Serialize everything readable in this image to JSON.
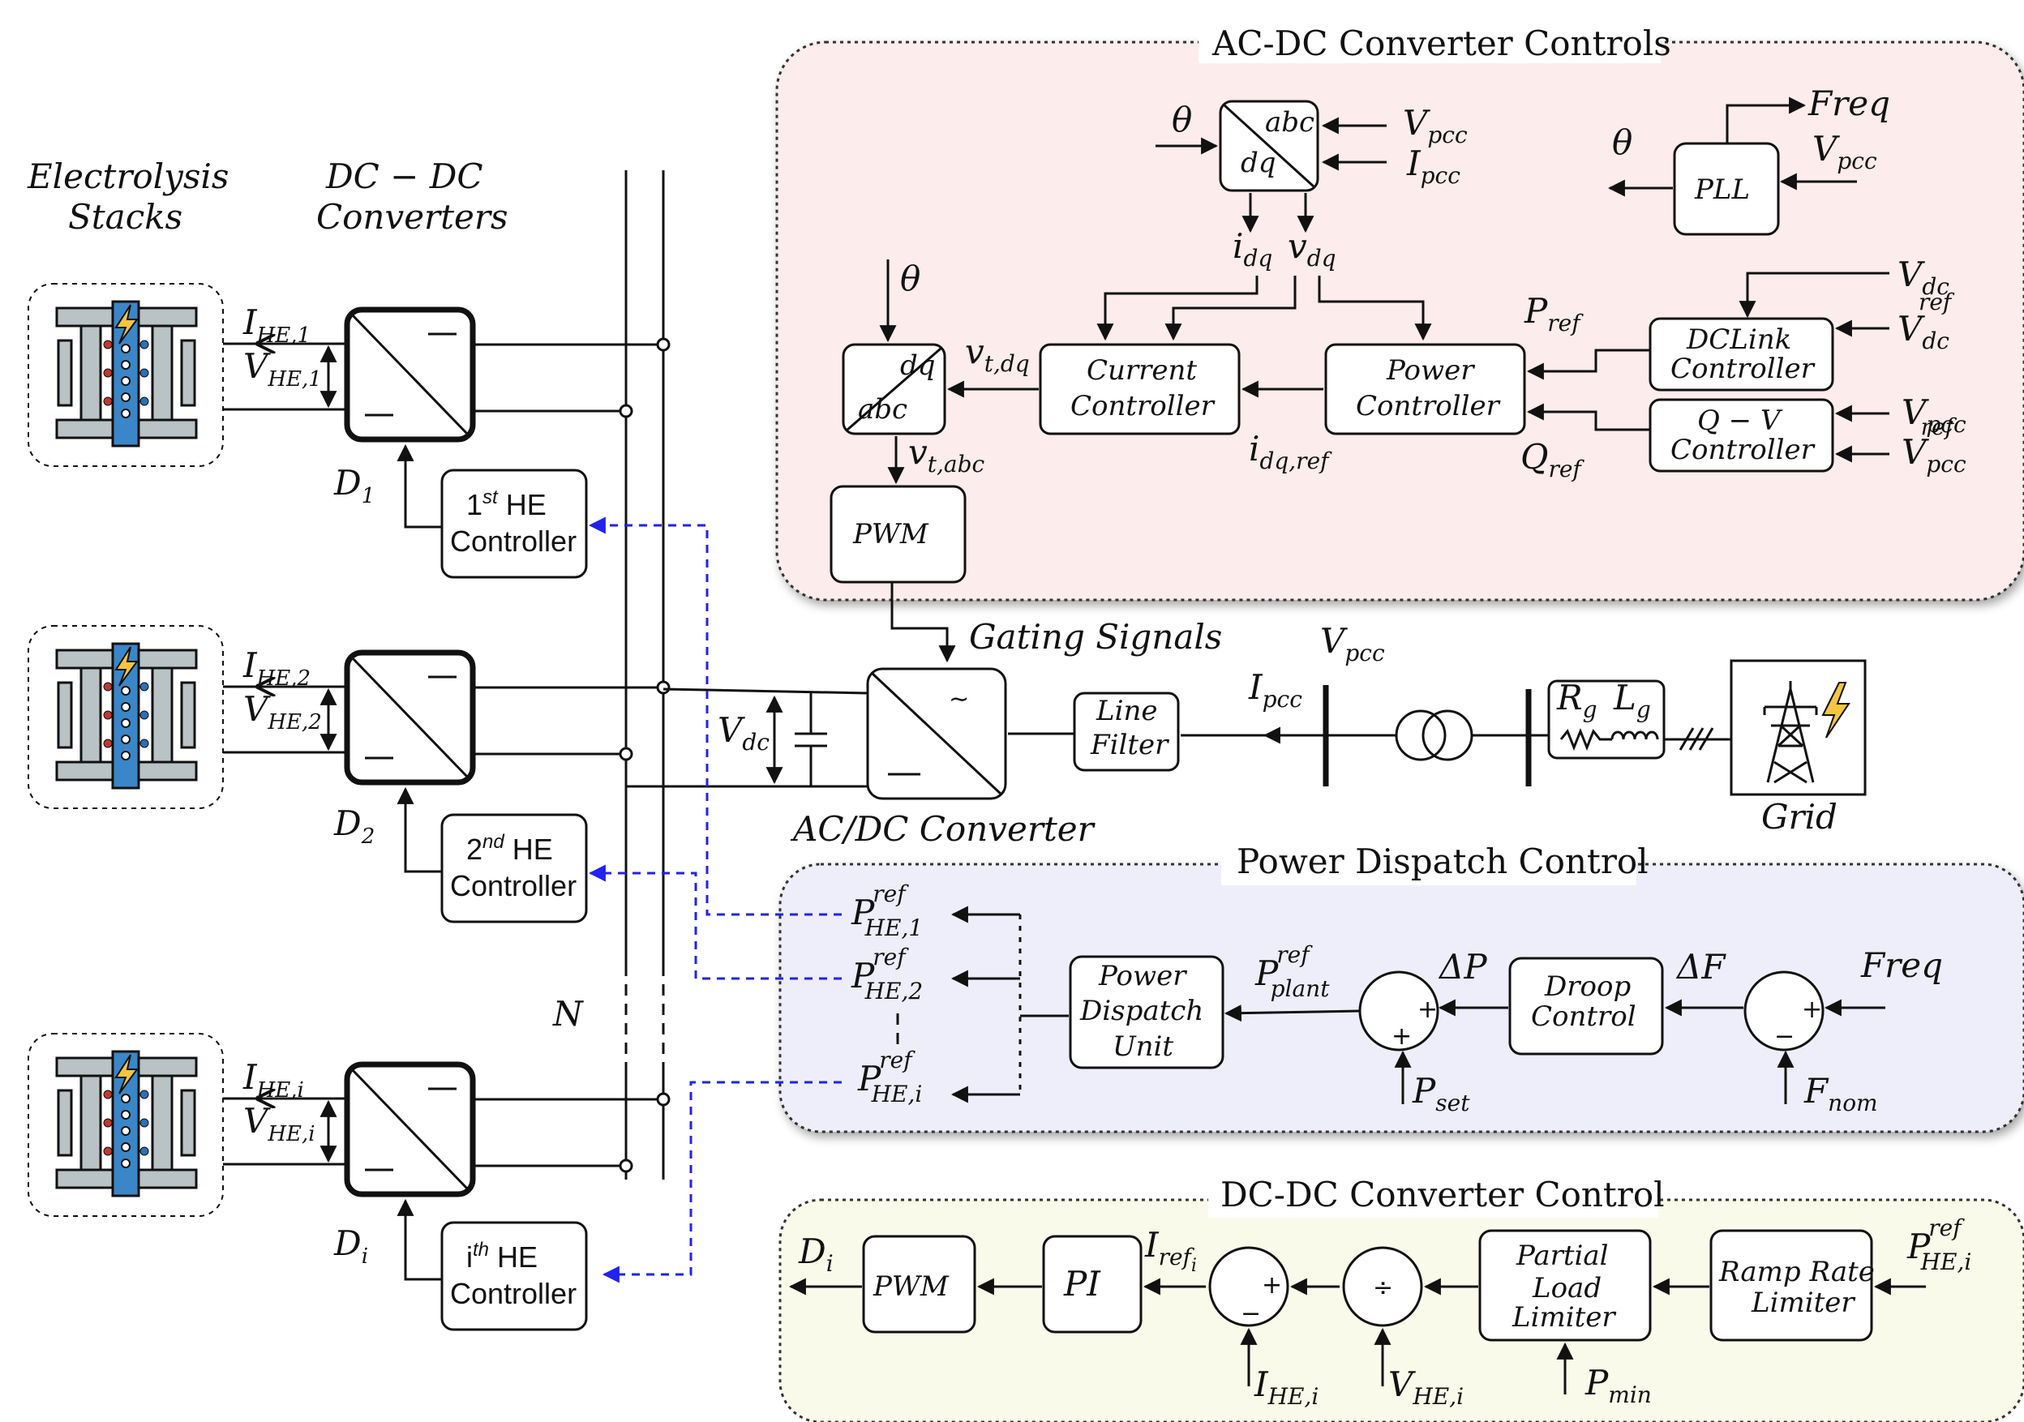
{
  "panels": {
    "acdc_title": "AC-DC Converter Controls",
    "dispatch_title": "Power Dispatch Control",
    "dcdc_title": "DC-DC Converter Control"
  },
  "left": {
    "stacks_title_1": "Electrolysis",
    "stacks_title_2": "Stacks",
    "conv_title_1": "DC − DC",
    "conv_title_2": "Converters",
    "n_label": "N"
  },
  "units": [
    {
      "I": "I",
      "I_sub": "HE,1",
      "V": "V",
      "V_sub": "HE,1",
      "D": "D",
      "D_sub": "1",
      "ctrl_sup_pre": "1",
      "ctrl_sup": "st",
      "ctrl_1": " HE",
      "ctrl_2": "Controller"
    },
    {
      "I": "I",
      "I_sub": "HE,2",
      "V": "V",
      "V_sub": "HE,2",
      "D": "D",
      "D_sub": "2",
      "ctrl_sup_pre": "2",
      "ctrl_sup": "nd",
      "ctrl_1": " HE",
      "ctrl_2": "Controller"
    },
    {
      "I": "I",
      "I_sub": "HE,i",
      "V": "V",
      "V_sub": "HE,i",
      "D": "D",
      "D_sub": "i",
      "ctrl_sup_pre": "i",
      "ctrl_sup": "th",
      "ctrl_1": " HE",
      "ctrl_2": "Controller"
    }
  ],
  "acdc": {
    "theta": "θ",
    "abc": "abc",
    "dq": "dq",
    "vpcc": "V",
    "vpcc_sub": "pcc",
    "ipcc": "I",
    "ipcc_sub": "pcc",
    "idq": "i",
    "idq_sub": "dq",
    "vdq": "v",
    "vdq_sub": "dq",
    "pll": "PLL",
    "freq": "Freq",
    "vdc": "V",
    "vdc_sub": "dc",
    "vdcref_sup": "ref",
    "pref": "P",
    "pref_sub": "ref",
    "qref": "Q",
    "qref_sub": "ref",
    "dclink_1": "DCLink",
    "dclink_2": "Controller",
    "qv_1": "Q − V",
    "qv_2": "Controller",
    "power_1": "Power",
    "power_2": "Controller",
    "current_1": "Current",
    "current_2": "Controller",
    "vtdq": "v",
    "vtdq_sub": "t,dq",
    "vtabc": "v",
    "vtabc_sub": "t,abc",
    "idqref": "i",
    "idqref_sub": "dq,ref",
    "pwm": "PWM"
  },
  "power_stage": {
    "gating": "Gating Signals",
    "vpcc": "V",
    "vpcc_sub": "pcc",
    "ipcc": "I",
    "ipcc_sub": "pcc",
    "vdc": "V",
    "vdc_sub": "dc",
    "converter_label": "AC/DC Converter",
    "filter_1": "Line",
    "filter_2": "Filter",
    "rg": "R",
    "rg_sub": "g",
    "lg": "L",
    "lg_sub": "g",
    "grid": "Grid"
  },
  "dispatch": {
    "p": "P",
    "ref": "ref",
    "p1_sub": "HE,1",
    "p2_sub": "HE,2",
    "pi_sub": "HE,i",
    "unit_1": "Power",
    "unit_2": "Dispatch",
    "unit_3": "Unit",
    "pplant_sub": "plant",
    "delta_p": "ΔP",
    "delta_f": "ΔF",
    "droop_1": "Droop",
    "droop_2": "Control",
    "freq": "Freq",
    "pset": "P",
    "pset_sub": "set",
    "fnom": "F",
    "fnom_sub": "nom",
    "plus": "+",
    "minus": "−"
  },
  "dcdc": {
    "di": "D",
    "di_sub": "i",
    "pwm": "PWM",
    "pi": "PI",
    "iref": "I",
    "iref_sub": "ref",
    "iref_subsub": "i",
    "partial_1": "Partial",
    "partial_2": "Load",
    "partial_3": "Limiter",
    "ramp_1": "Ramp Rate",
    "ramp_2": "Limiter",
    "phe": "P",
    "phe_sup": "ref",
    "phe_sub": "HE,i",
    "ihe": "I",
    "ihe_sub": "HE,i",
    "vhe": "V",
    "vhe_sub": "HE,i",
    "pmin": "P",
    "pmin_sub": "min",
    "div": "÷",
    "plus": "+",
    "minus": "−"
  },
  "colors": {
    "acdc_bg": "#fcecec",
    "dispatch_bg": "#eeeefb",
    "dcdc_bg": "#fafaea",
    "signal": "#2222ee",
    "stack_blue": "#3a86c8",
    "stack_grey": "#b9c2c4",
    "bolt": "#f5c542"
  }
}
